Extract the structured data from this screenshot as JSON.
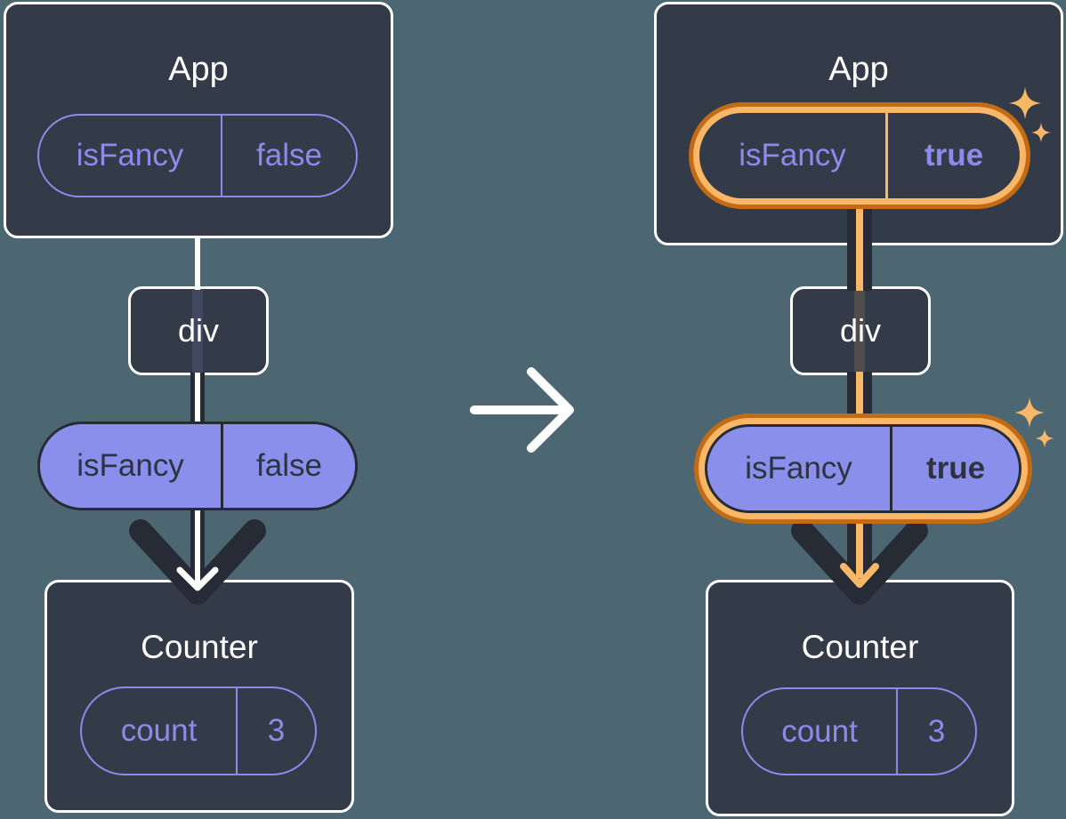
{
  "colors": {
    "background": "#4C6771",
    "panel_fill": "#343B48",
    "panel_border": "#FFFFFF",
    "purple_text": "#8A8BEA",
    "purple_fill": "#8A8FEC",
    "dark_line": "#262B36",
    "dark_text": "#2E3340",
    "orange_light": "#FAB768",
    "orange_dark": "#C36A15",
    "white": "#FFFFFF"
  },
  "icons": {
    "transition": "arrow-right-icon",
    "highlight": "sparkle-icon",
    "flow": "arrow-down-icon"
  },
  "before": {
    "app": {
      "title": "App",
      "prop": {
        "name": "isFancy",
        "value": "false"
      }
    },
    "div_node": {
      "label": "div"
    },
    "passed_prop": {
      "name": "isFancy",
      "value": "false"
    },
    "counter": {
      "title": "Counter",
      "state_name": "count",
      "state_value": "3"
    }
  },
  "after": {
    "app": {
      "title": "App",
      "prop": {
        "name": "isFancy",
        "value": "true"
      }
    },
    "div_node": {
      "label": "div"
    },
    "passed_prop": {
      "name": "isFancy",
      "value": "true"
    },
    "counter": {
      "title": "Counter",
      "state_name": "count",
      "state_value": "3"
    }
  }
}
